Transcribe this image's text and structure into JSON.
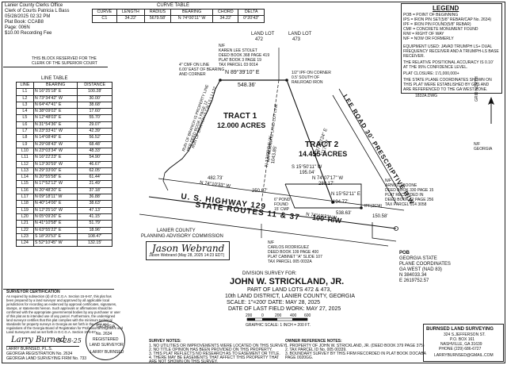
{
  "recording": {
    "lines": [
      "Lanier County Clerks Office",
      "Clerk of Courts Patricia L Bass",
      "05/28/2025 02:32 PM",
      "Plat Book: CCAB8",
      "Page: 006N",
      "$10.00 Recording Fee"
    ]
  },
  "recorder_block": [
    "THIS BLOCK RESERVED FOR THE",
    "CLERK OF THE SUPERIOR COURT"
  ],
  "curve_table": {
    "title": "CURVE TABLE",
    "headers": [
      "CURVE",
      "LENGTH",
      "RADIUS",
      "BEARING",
      "CHORD",
      "DELTA"
    ],
    "rows": [
      [
        "C1",
        "34.22'",
        "5679.58'",
        "N 74°00'11\" W",
        "34.22'",
        "0°20'43\""
      ]
    ]
  },
  "line_table": {
    "title": "LINE TABLE",
    "headers": [
      "LINE",
      "BEARING",
      "DISTANCE"
    ],
    "rows": [
      [
        "L1",
        "N 16°25'18\" E",
        "100.28'"
      ],
      [
        "L2",
        "N 73°34'42\" W",
        "30.00'"
      ],
      [
        "L3",
        "N 64°47'41\" E",
        "38.68'"
      ],
      [
        "L4",
        "N 38°09'02\" E",
        "17.60'"
      ],
      [
        "L5",
        "N 12°48'03\" E",
        "55.70'"
      ],
      [
        "L6",
        "N 31°54'36\" E",
        "29.07'"
      ],
      [
        "L7",
        "N 23°33'41\" W",
        "42.39'"
      ],
      [
        "L8",
        "N 14°08'49\" E",
        "56.52'"
      ],
      [
        "L9",
        "N 29°08'43\" W",
        "68.48'"
      ],
      [
        "L10",
        "N 23°03'34\" W",
        "48.33'"
      ],
      [
        "L11",
        "N 16°22'23\" E",
        "54.90'"
      ],
      [
        "L12",
        "N 13°30'59\" W",
        "46.67'"
      ],
      [
        "L13",
        "N 29°33'00\" E",
        "62.05'"
      ],
      [
        "L14",
        "N 20°55'58\" E",
        "61.44'"
      ],
      [
        "L15",
        "N 17°52'12\" W",
        "21.49'"
      ],
      [
        "L16",
        "N 20°48'20\" E",
        "37.18'"
      ],
      [
        "L17",
        "N 09°18'11\" W",
        "36.88'"
      ],
      [
        "L18",
        "N 40°14'06\" E",
        "38.63'"
      ],
      [
        "L19",
        "N 12°25'10\" W",
        "47.13'"
      ],
      [
        "L20",
        "N 05°09'26\" E",
        "41.15'"
      ],
      [
        "L21",
        "N 41°10'58\" E",
        "51.79'"
      ],
      [
        "L22",
        "N 63°55'22\" E",
        "18.96'"
      ],
      [
        "L23",
        "S 18°20'53\" E",
        "108.47'"
      ],
      [
        "L24",
        "S 52°10'45\" W",
        "132.15'"
      ]
    ]
  },
  "legend": {
    "title": "LEGEND",
    "items": [
      "POB = POINT OF BEGINNING",
      "IPS = IRON PIN SET(5/8\" REBAR/CAP No. 2634)",
      "IPF = IRON PIN FOUND(5/8\" REBAR)",
      "CMF = CONCRETE MONUMENT FOUND",
      "R/W = RIGHT OF WAY",
      "N/F = NOW OR FORMERLY"
    ],
    "notes": [
      "EQUIPMENT USED: JAVAD TRIUMPH LS+ DUAL",
      "FREQUENCY RECEIVER AND A TRIUMPH-LS BASE",
      "RECEIVER.",
      "THE RELATIVE POSITIONAL ACCURACY IS 0.10'",
      "AT THE 95% CONFIDENCE LEVEL.",
      "PLAT CLOSURE: 1'/1,000,000+",
      "THE STATE PLANE COORDINATES SHOWN ON",
      "THIS PLAT WERE ESTABLISHED BY GPS AND",
      "ARE REFERENCED TO THE GA WEST ZONE."
    ],
    "scale_ref": "1832A.DWG"
  },
  "north": "GRID NORTH",
  "map": {
    "land_lot_472": [
      "LAND LOT",
      "472"
    ],
    "land_lot_473": [
      "LAND LOT",
      "473"
    ],
    "tract1": [
      "TRACT 1",
      "12.000 ACRES"
    ],
    "tract2": [
      "TRACT 2",
      "14.455 ACRES"
    ],
    "nf_stolet": [
      "N/F",
      "KAREN LEE STOLET",
      "DEED BOOK 368 PAGE 419",
      "PLAT BOOK 3 PAGE 19",
      "TAX PARCEL 03 0014"
    ],
    "bearing_top": "N 89°39'10\" E",
    "dist_top": "548.36'",
    "cmf_note": [
      "4\" CMF ON LINE",
      "6.00' EAST OF BEARING",
      "AND CORNER"
    ],
    "pipe_note": [
      "1/2\" IPF ON CORNER",
      "0.5' SOUTH OF",
      "RAILROAD IRON"
    ],
    "branch_note": "RUN OF BRANCH IS CALLS L1-L22",
    "branch_note2": [
      "RUN OF BRANCH IS PROPERTY LINE",
      "PER DEED BOOK 5 PAGE 12"
    ],
    "apc": "APPROXIMATE LAND LOT LINE",
    "inner_bearing1": "N 13°09'04\" W",
    "inner_dist1": "1043.85'",
    "inner_bearing2": "N 37°20'24\" E",
    "inner_dist2": "1117.28'",
    "b_s155": "S 15°50'11\" W",
    "d_195": "195.04'",
    "b_n7407": "N 74°07'17\" W",
    "d_280": "280.17'",
    "b_n1552": "N 15°52'11\" E",
    "d_194": "194.77'",
    "b_hwy": "N 74°10'33\" W",
    "d_482": "482.73'",
    "d_250": "250.67'",
    "d_538": "538.63'",
    "d_150": "150.58'",
    "b_hwy2": "N 74°10'33\" W",
    "lee_road": "LEE ROAD 30' PRESCRIPTIVE R/W",
    "highway": [
      "U. S. HIGHWAY 129",
      "STATE ROUTES 11 & 37"
    ],
    "hwy_rw": [
      "100' R/W"
    ],
    "ipf": "IPF(2634)",
    "nf_rodriguez": [
      "N/F",
      "CARLOS RODRIGUEZ",
      "DEED BOOK 109 PAGE 400",
      "PLAT CABINET \"A\" SLIDE 107",
      "TAX PARCEL 005 0032A"
    ],
    "nf_boone": [
      "N/F",
      "ARNOLD BOONE",
      "DEED BOOK 330 PAGE 15",
      "PLAT RECORDED IN",
      "DEED BOOK 12 PAGE 256",
      "TAX PARCEL 014 3058"
    ],
    "nf_right": [
      "N/F",
      "GEORGIA"
    ],
    "pob": [
      "POB",
      "GEORGIA STATE",
      "PLANE COORDINATES",
      "GA WEST (NAD 83)",
      "N 384033.34",
      "E 2619752.57"
    ],
    "nf_pond": [
      "6\" POND",
      "FOUND",
      "15' CMP"
    ]
  },
  "planning": {
    "title": [
      "LANIER COUNTY",
      "PLANNING ADVISORY COMMISSION"
    ],
    "signature": "Jason Webrand",
    "sig_caption": "Jason Webrand (May 28, 2025 14:23 EDT)"
  },
  "title_block": {
    "prepared": "DIVISION SURVEY FOR:",
    "name": "JOHN W. STRICKLAND, JR.",
    "lines": [
      "PART OF LAND LOTS 472 & 473,",
      "10th LAND DISTRICT, LANIER COUNTY, GEORGIA",
      "SCALE: 1\"=200'     DATE: MAY 28, 2025",
      "DATE OF LAST FIELD WORK: MAY 27, 2025"
    ],
    "scale_labels": [
      "200",
      "0",
      "200",
      "400",
      "600"
    ],
    "scale_caption": "GRAPHIC SCALE: 1 INCH = 200 FT."
  },
  "surveyor_cert": {
    "title": "SURVEYOR CERTIFICATION",
    "text": [
      "As required by subsection (d) of O.C.G.A. Section 15-6-67, this plat has",
      "been prepared by a land surveyor and approved by all applicable local",
      "jurisdictions for recording as evidenced by approval certificates, signatures,",
      "stamps, or statements hereon. Such approvals or affirmations should be",
      "confirmed with the appropriate governmental bodies by any purchaser or user",
      "of this plat as to intended use of any parcel. Furthermore, the undersigned",
      "land surveyor certifies that this plat complies with the minimum technical",
      "standards for property surveys in Georgia as set forth in the rules and",
      "regulations of the Georgia Board of Registration for Professional Engineers and",
      "Land Surveyors and as set forth in O.C.G.A. Section 15-6-67."
    ],
    "signature": "Larry Burned",
    "date": "5-28-25",
    "sig_lines": [
      "LARRY BURNSED, P.L.S.",
      "GEORGIA REGISTRATION No. 2634",
      "GEORGIA LAND SURVEYING FIRM No. 733"
    ],
    "seal": [
      "GEORGIA",
      "No. 2634",
      "REGISTERED",
      "LAND SURVEYOR",
      "LARRY BURNSED"
    ]
  },
  "survey_notes": {
    "title": "SURVEY NOTES:",
    "items": [
      "1. NO UTILITIES OR IMPROVEMENTS WERE LOCATED ON THIS SURVEY.",
      "2. NO TITLE OPINION HAS BEEN PROVIDED ON THIS PROPERTY.",
      "3. THIS PLAT REFLECTS NO RESEARCH AS TO EASEMENT OR TITLE.",
      "4. THERE MAY BE EASEMENTS THAT AFFECT THIS PROPERTY THAT",
      "   ARE NOT SHOWN ON THIS SURVEY."
    ]
  },
  "owner_reference": {
    "title": "OWNER REFERENCE NOTES:",
    "items": [
      "1. PROPERTY OF JOHN W. STRICKLAND, JR. (DEED BOOK 379 PAGE 375)",
      "2. TAX PARCEL ID No. 005 00339.",
      "3. BOUNDARY SURVEY BY THIS FIRM RECORDED IN PLAT BOOK DOCABA",
      "   PAGE 0020GG."
    ]
  },
  "firm": {
    "name": "BURNSED LAND SURVEYING",
    "lines": [
      "324 S.JEFFERSON ST.",
      "P.O. BOX 161",
      "NASHVILLE, GA 31639",
      "PHONE (229) 686-6727"
    ],
    "email": "LARRYBURNSED@GMAIL.COM"
  }
}
